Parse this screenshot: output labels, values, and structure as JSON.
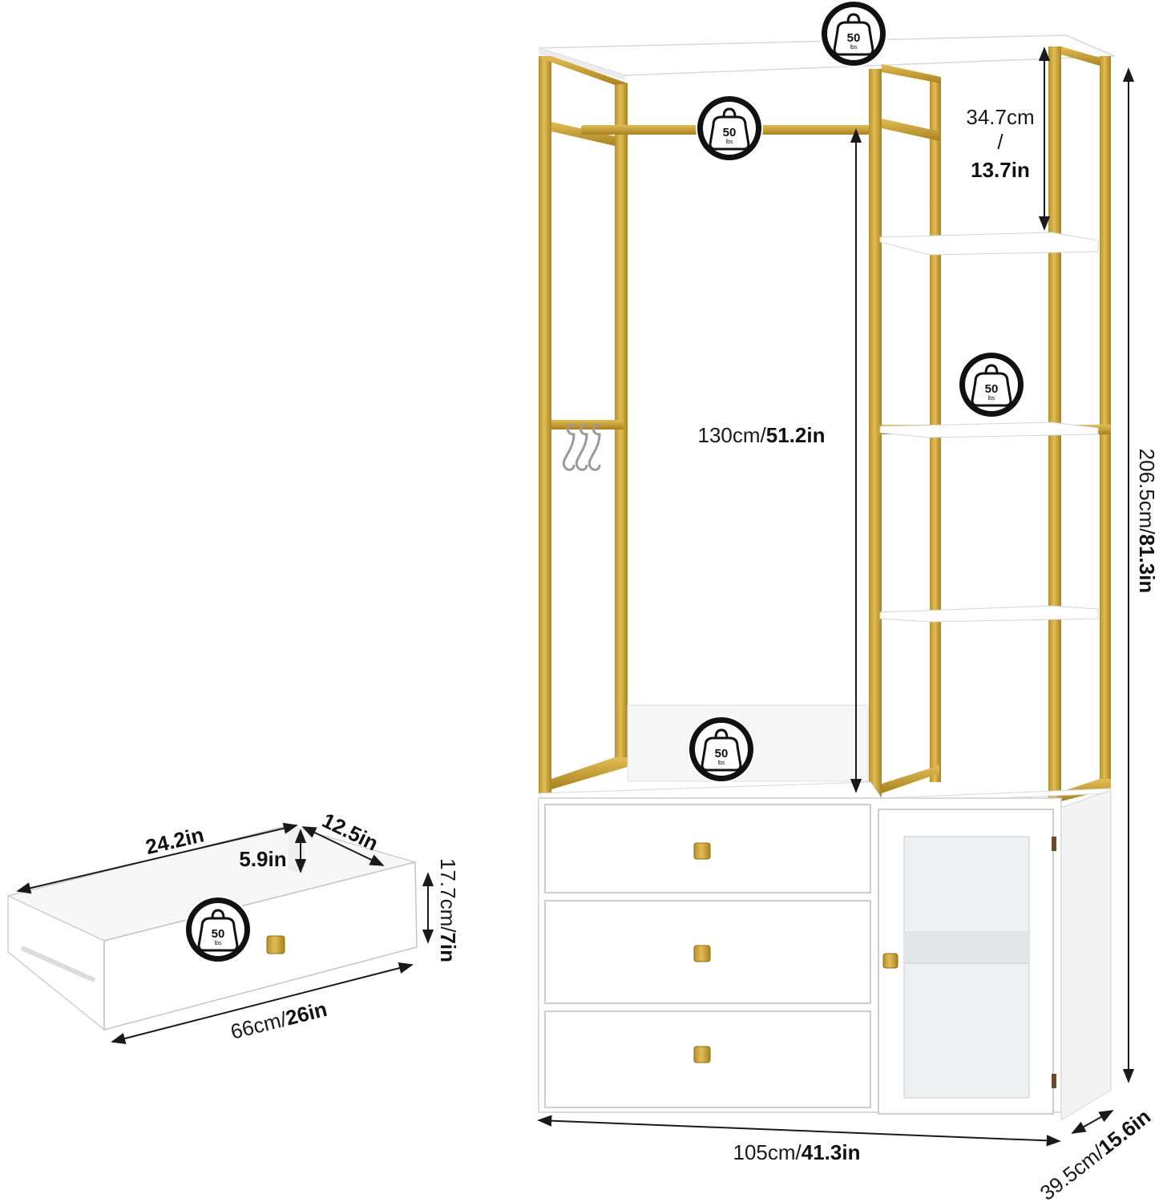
{
  "colors": {
    "frame_gold": "#cfa53a",
    "frame_gold_dark": "#a88220",
    "panel_white": "#ffffff",
    "panel_edge": "#d9d9d9",
    "glass": "#eef1f2",
    "ink": "#111111"
  },
  "weight_badges": [
    {
      "value": "50",
      "unit": "lbs"
    },
    {
      "value": "50",
      "unit": "lbs"
    },
    {
      "value": "50",
      "unit": "lbs"
    },
    {
      "value": "50",
      "unit": "lbs"
    },
    {
      "value": "50",
      "unit": "lbs"
    }
  ],
  "dimensions": {
    "shelf_gap": {
      "cm": "34.7cm",
      "sep": "/",
      "in": "13.7in"
    },
    "hanging_height": {
      "cm": "130cm/",
      "in": "51.2in"
    },
    "total_height": {
      "cm": "206.5cm/",
      "in": "81.3in"
    },
    "width": {
      "cm": "105cm/",
      "in": "41.3in"
    },
    "depth": {
      "cm": "39.5cm/",
      "in": "15.6in"
    },
    "drawer_length": {
      "in": "24.2in"
    },
    "drawer_width": {
      "in": "12.5in"
    },
    "drawer_inner_depth": {
      "in": "5.9in"
    },
    "drawer_height": {
      "cm": "17.7cm/",
      "in": "7in"
    },
    "drawer_front_width": {
      "cm": "66cm/",
      "in": "26in"
    }
  },
  "icons": [
    "weight-badge-icon",
    "hook-icon",
    "knob-icon",
    "hinge-icon"
  ]
}
